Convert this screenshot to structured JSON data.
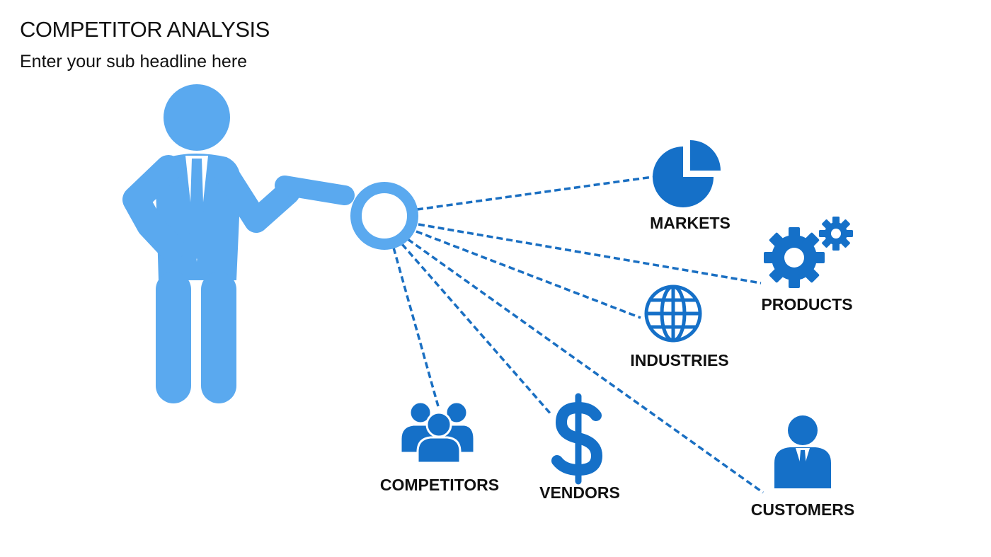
{
  "header": {
    "title": "COMPETITOR ANALYSIS",
    "subtitle": "Enter your sub headline here"
  },
  "colors": {
    "person": "#5aa9ef",
    "icon": "#1570c8",
    "connector": "#1a6fc2",
    "label": "#111111",
    "background": "#ffffff"
  },
  "figure": {
    "icon": "businessman-with-magnifying-glass-icon"
  },
  "nodes": [
    {
      "id": "markets",
      "label": "MARKETS",
      "icon": "pie-chart-icon"
    },
    {
      "id": "products",
      "label": "PRODUCTS",
      "icon": "gears-icon"
    },
    {
      "id": "industries",
      "label": "INDUSTRIES",
      "icon": "globe-icon"
    },
    {
      "id": "customers",
      "label": "CUSTOMERS",
      "icon": "businessman-icon"
    },
    {
      "id": "vendors",
      "label": "VENDORS",
      "icon": "dollar-sign-icon"
    },
    {
      "id": "competitors",
      "label": "COMPETITORS",
      "icon": "group-of-people-icon"
    }
  ]
}
